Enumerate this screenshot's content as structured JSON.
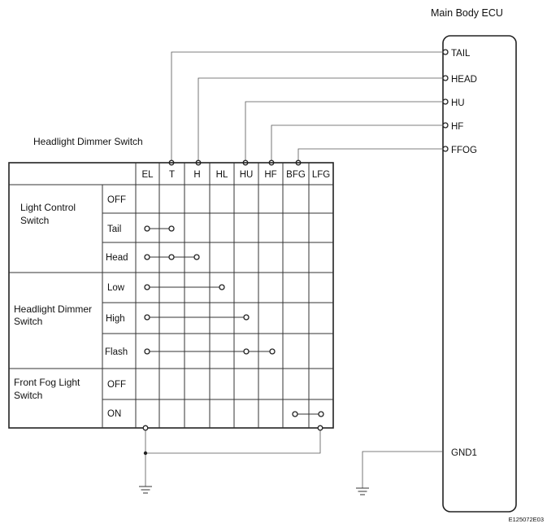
{
  "ecu": {
    "title": "Main Body ECU",
    "pins": [
      "TAIL",
      "HEAD",
      "HU",
      "HF",
      "FFOG"
    ],
    "ground_pin": "GND1"
  },
  "switch": {
    "title": "Headlight Dimmer Switch",
    "columns": [
      "EL",
      "T",
      "H",
      "HL",
      "HU",
      "HF",
      "BFG",
      "LFG"
    ],
    "groups": [
      {
        "name": "Light Control Switch",
        "lines": [
          "Light Control",
          "Switch"
        ],
        "positions": [
          "OFF",
          "Tail",
          "Head"
        ]
      },
      {
        "name": "Headlight Dimmer Switch",
        "lines": [
          "Headlight Dimmer",
          "Switch"
        ],
        "positions": [
          "Low",
          "High",
          "Flash"
        ]
      },
      {
        "name": "Front Fog Light Switch",
        "lines": [
          "Front Fog Light",
          "Switch"
        ],
        "positions": [
          "OFF",
          "ON"
        ]
      }
    ],
    "connections": [
      {
        "row": "Tail",
        "group": "Light Control Switch",
        "terminals": [
          "EL",
          "T"
        ]
      },
      {
        "row": "Head",
        "group": "Light Control Switch",
        "terminals": [
          "EL",
          "T",
          "H"
        ]
      },
      {
        "row": "Low",
        "group": "Headlight Dimmer Switch",
        "terminals": [
          "EL",
          "HL"
        ]
      },
      {
        "row": "High",
        "group": "Headlight Dimmer Switch",
        "terminals": [
          "EL",
          "HU"
        ]
      },
      {
        "row": "Flash",
        "group": "Headlight Dimmer Switch",
        "terminals": [
          "EL",
          "HU",
          "HF"
        ]
      },
      {
        "row": "ON",
        "group": "Front Fog Light Switch",
        "terminals": [
          "BFG",
          "LFG"
        ]
      }
    ]
  },
  "wiring": [
    {
      "from": "T",
      "to": "TAIL"
    },
    {
      "from": "H",
      "to": "HEAD"
    },
    {
      "from": "HU",
      "to": "HU"
    },
    {
      "from": "HF",
      "to": "HF"
    },
    {
      "from": "BFG",
      "to": "FFOG"
    }
  ],
  "footer_code": "E125072E03"
}
